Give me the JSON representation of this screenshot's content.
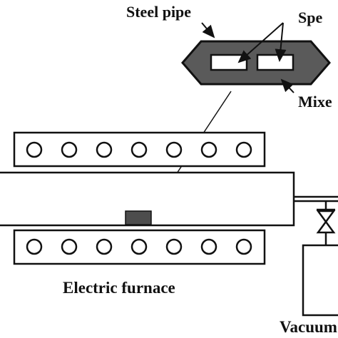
{
  "labels": {
    "steel_pipe": "Steel pipe",
    "specimen": "Spe",
    "mixed_powder": "Mixe",
    "electric_furnace": "Electric furnace",
    "vacuum": "Vacuum"
  },
  "colors": {
    "ink": "#111111",
    "pipe_fill": "#5a5a5a",
    "boat_fill": "#4d4d4d",
    "background": "#ffffff"
  },
  "icons": {
    "heater_element": "circle",
    "valve": "bowtie-valve"
  }
}
